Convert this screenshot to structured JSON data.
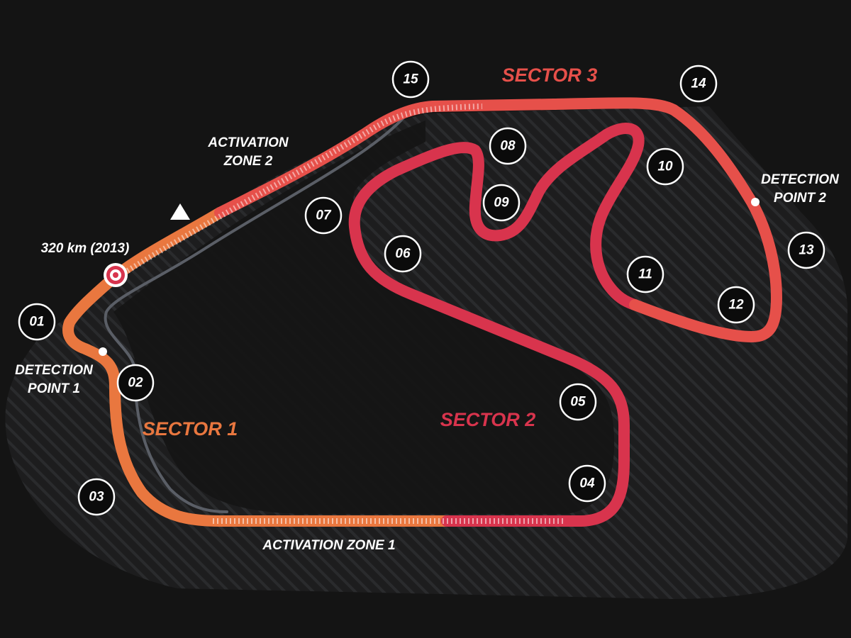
{
  "sectors": {
    "s1": {
      "label": "SECTOR 1",
      "color": "#e9773f"
    },
    "s2": {
      "label": "SECTOR 2",
      "color": "#d8344d"
    },
    "s3": {
      "label": "SECTOR 3",
      "color": "#e6504a"
    }
  },
  "corners": [
    "01",
    "02",
    "03",
    "04",
    "05",
    "06",
    "07",
    "08",
    "09",
    "10",
    "11",
    "12",
    "13",
    "14",
    "15"
  ],
  "detection_points": {
    "p1": {
      "line1": "DETECTION",
      "line2": "POINT 1"
    },
    "p2": {
      "line1": "DETECTION",
      "line2": "POINT 2"
    }
  },
  "activation_zones": {
    "z1": {
      "label": "ACTIVATION ZONE 1"
    },
    "z2": {
      "line1": "ACTIVATION",
      "line2": "ZONE 2"
    }
  },
  "speed_trap": {
    "label": "320 km (2013)"
  },
  "colors": {
    "background": "#141414",
    "runoff": "#1e1e1f",
    "pitlane": "#5a5e66",
    "marker": "#ffffff"
  }
}
